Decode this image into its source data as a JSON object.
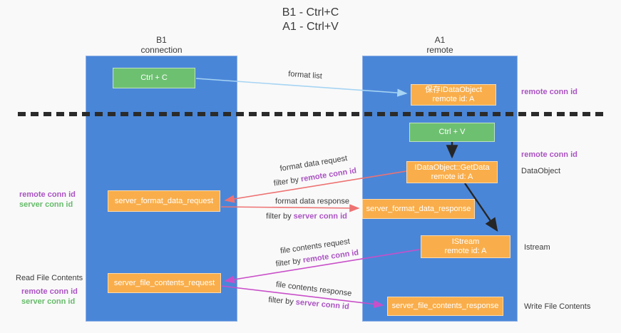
{
  "title": {
    "line1": "B1 - Ctrl+C",
    "line2": "A1 - Ctrl+V"
  },
  "columns": {
    "left": {
      "name": "B1",
      "role": "connection"
    },
    "right": {
      "name": "A1",
      "role": "remote"
    }
  },
  "nodes": {
    "ctrl_c": {
      "label": "Ctrl + C"
    },
    "save_dataobject": {
      "line1": "保存IDataObject",
      "line2": "remote id: A"
    },
    "ctrl_v": {
      "label": "Ctrl + V"
    },
    "getdata": {
      "line1": "IDataObject::GetData",
      "line2": "remote id: A"
    },
    "format_request": {
      "label": "server_format_data_request"
    },
    "format_response": {
      "label": "server_format_data_response"
    },
    "istream": {
      "line1": "IStream",
      "line2": "remote id: A"
    },
    "file_request": {
      "label": "server_file_contents_request"
    },
    "file_response": {
      "label": "server_file_contents_response"
    }
  },
  "edge_labels": {
    "format_list": "format list",
    "format_data_request": "format data request",
    "format_data_response": "format data response",
    "file_contents_request": "file contents request",
    "file_contents_response": "file contents response",
    "filter_by": "filter by",
    "remote_conn_id": "remote conn id",
    "server_conn_id": "server conn id"
  },
  "side_labels": {
    "right_top_remote_conn_id": "remote conn id",
    "right_mid_remote_conn_id": "remote conn id",
    "dataobject": "DataObject",
    "istream": "Istream",
    "write_file_contents": "Write File Contents",
    "read_file_contents": "Read File Contents",
    "left_mid_remote_conn_id": "remote conn id",
    "left_mid_server_conn_id": "server conn id",
    "left_bottom_remote_conn_id": "remote conn id",
    "left_bottom_server_conn_id": "server conn id"
  },
  "colors": {
    "column_blue": "#4a86d8",
    "node_orange": "#f9ae4b",
    "node_green": "#6ec071",
    "remote_conn_purple": "#ab53c3",
    "server_conn_green": "#66bb6a",
    "arrow_red": "#ee7272",
    "arrow_magenta": "#c94fc9",
    "arrow_lightblue": "#a6d4f3",
    "arrow_black": "#262626"
  }
}
